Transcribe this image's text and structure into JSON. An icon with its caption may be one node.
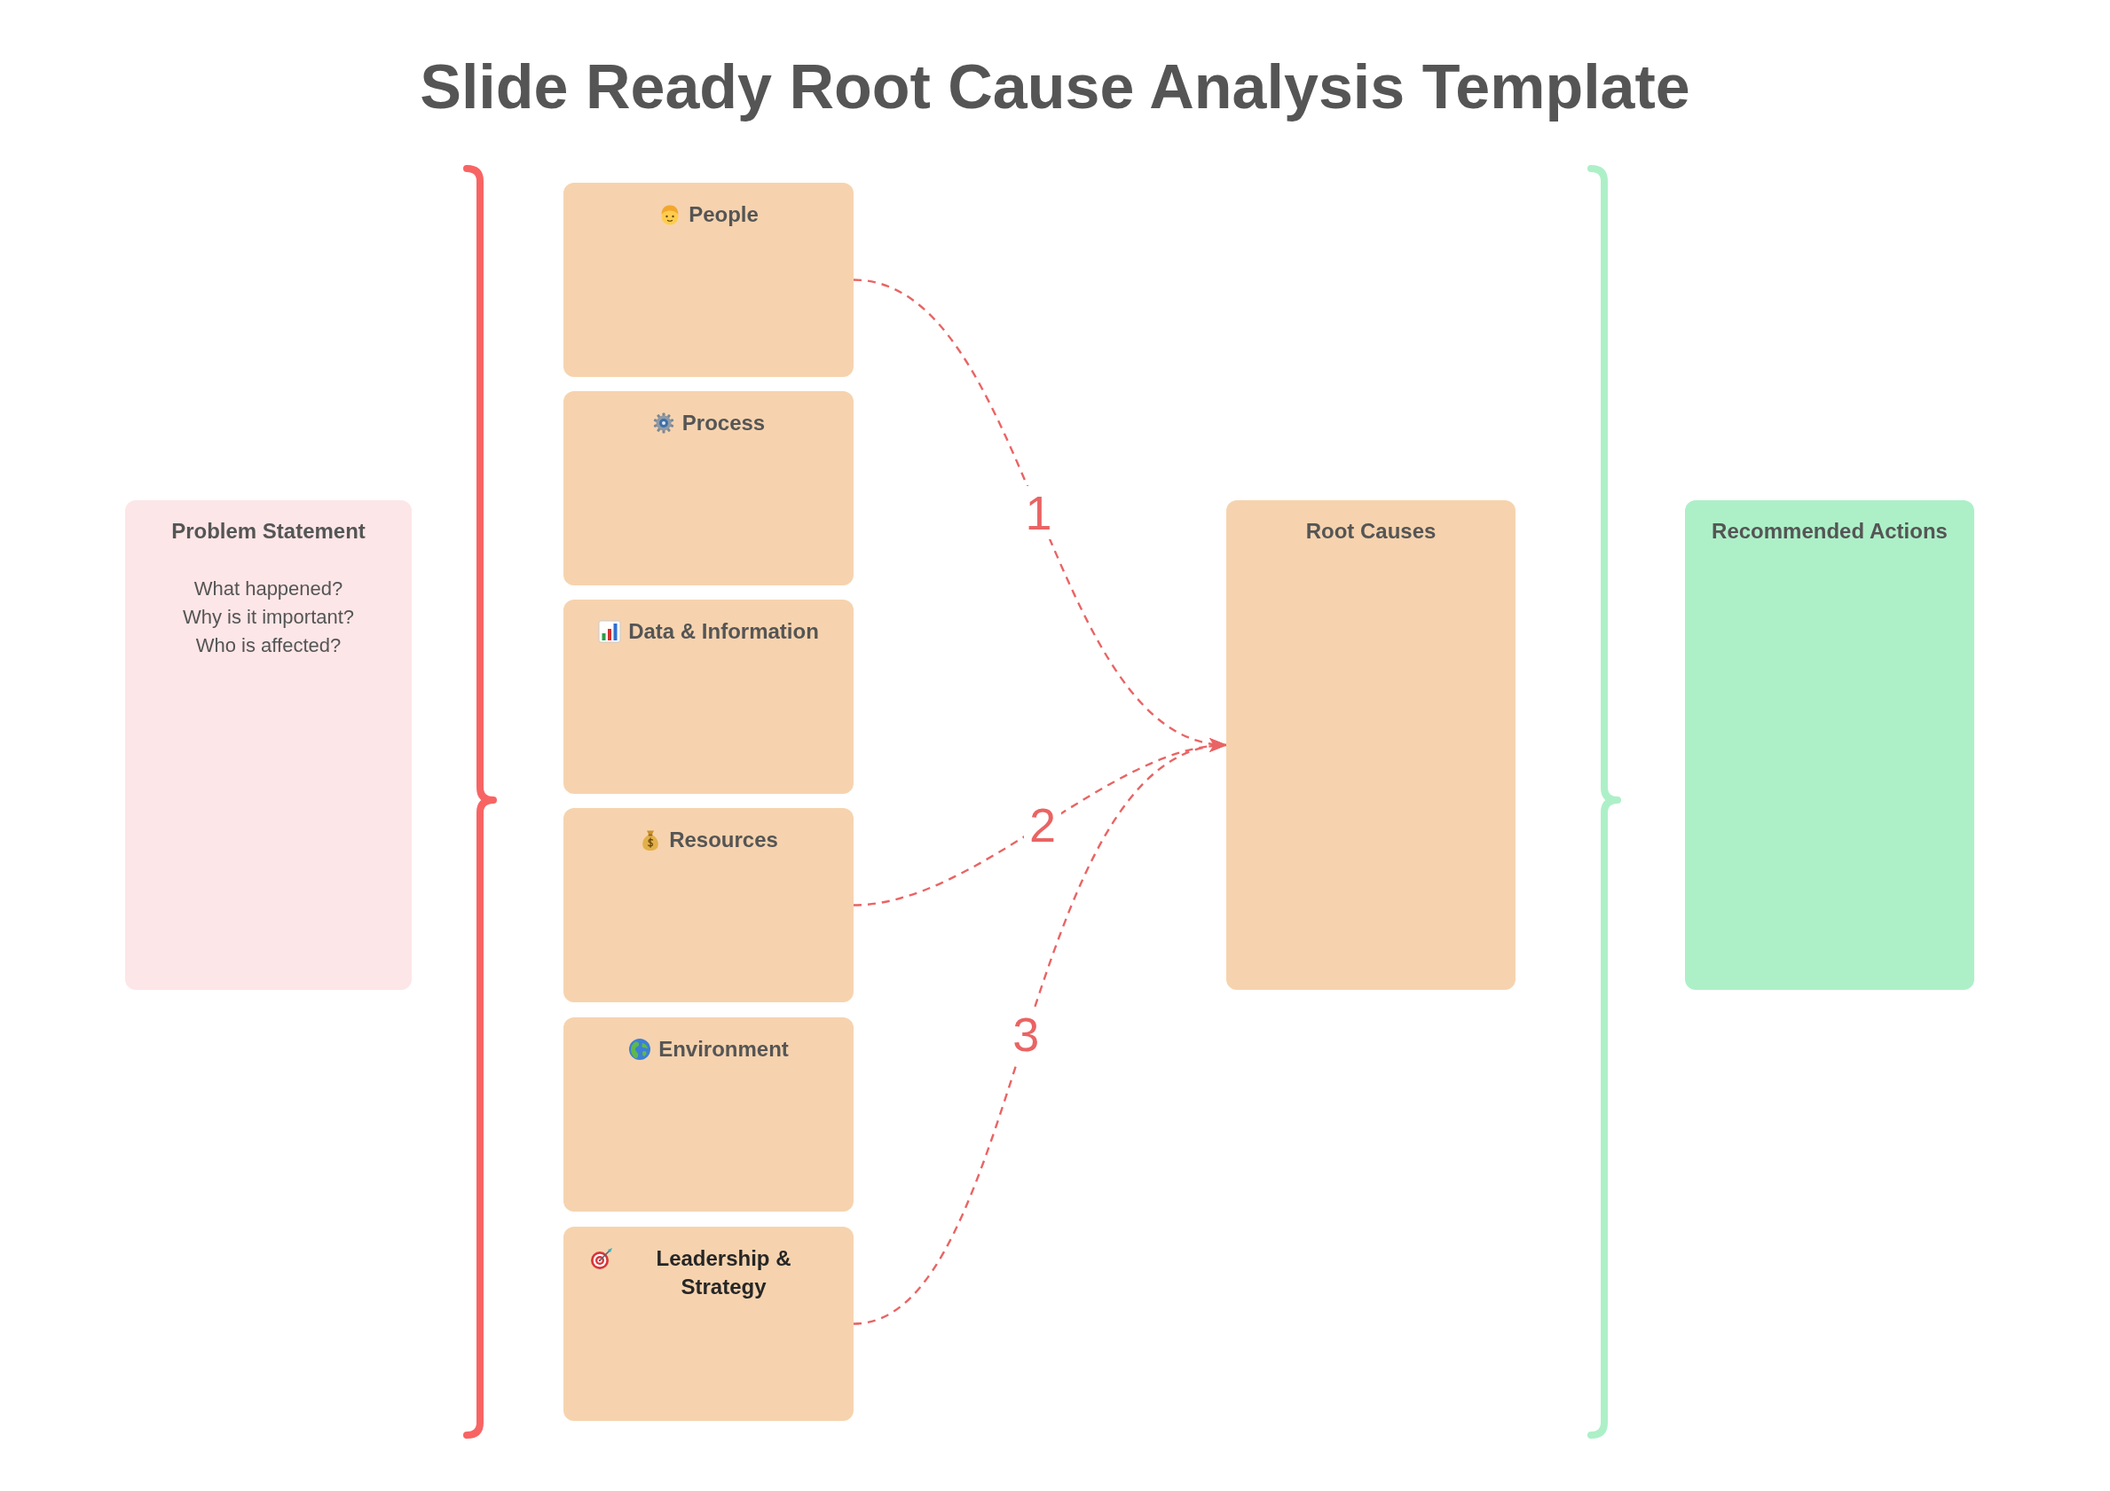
{
  "diagram": {
    "title": "Slide Ready Root Cause Analysis Template",
    "nodes": [
      {
        "text": [
          "Problem Statement",
          "What happened?",
          "Why is it important?",
          "Who is affected?"
        ]
      },
      {
        "text": [
          "People"
        ]
      },
      {
        "text": [
          "Process"
        ]
      },
      {
        "text": [
          "Data & Information"
        ]
      },
      {
        "text": [
          "Resources"
        ]
      },
      {
        "text": [
          "Environment"
        ]
      },
      {
        "text": [
          "Leadership & Strategy"
        ]
      },
      {
        "text": [
          "Root Causes"
        ]
      },
      {
        "text": [
          "Recommended Actions"
        ]
      }
    ],
    "edges": [
      {
        "from": 1,
        "to": 7,
        "arrow": "to",
        "label": "1",
        "style": "dashed"
      },
      {
        "from": 4,
        "to": 7,
        "arrow": "to",
        "label": "2",
        "style": "dashed"
      },
      {
        "from": 6,
        "to": 7,
        "arrow": "to",
        "label": "3",
        "style": "dashed"
      }
    ]
  }
}
